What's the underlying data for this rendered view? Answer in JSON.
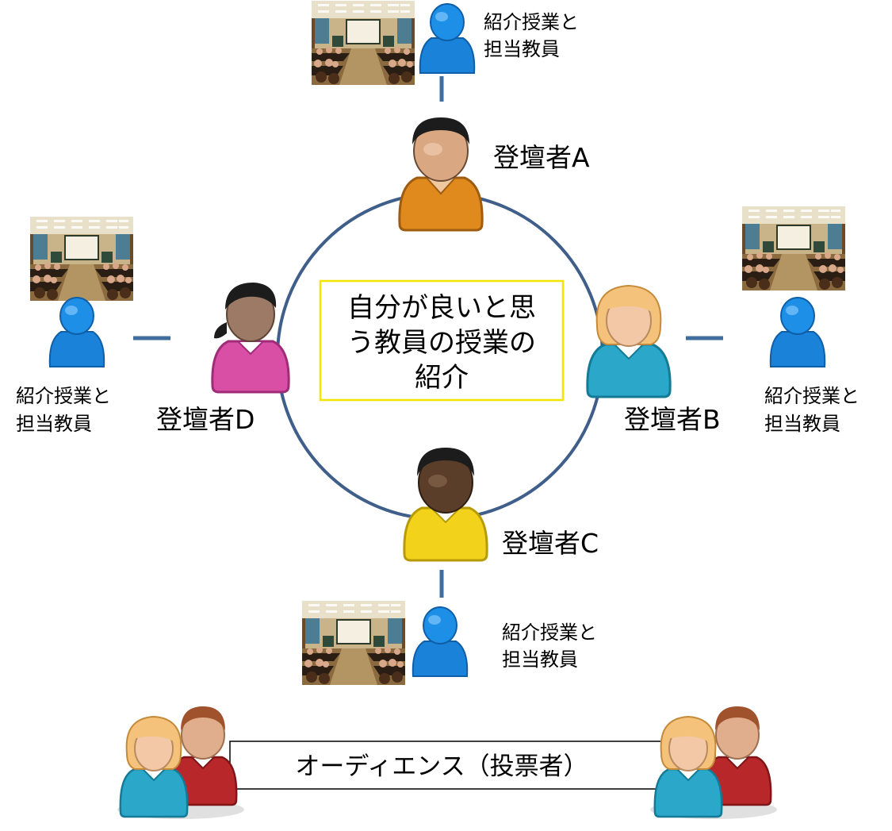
{
  "center": {
    "lines": [
      "自分が良いと思",
      "う教員の授業の",
      "紹介"
    ]
  },
  "speakers": {
    "a": "登壇者A",
    "b": "登壇者B",
    "c": "登壇者C",
    "d": "登壇者D"
  },
  "teacher_note": {
    "top": {
      "lines": [
        "紹介授業と",
        "担当教員"
      ]
    },
    "right": {
      "lines": [
        "紹介授業と",
        "担当教員"
      ]
    },
    "bottom": {
      "lines": [
        "紹介授業と",
        "担当教員"
      ]
    },
    "left": {
      "lines": [
        "紹介授業と",
        "担当教員"
      ]
    }
  },
  "audience": {
    "label": "オーディエンス（投票者）"
  },
  "colors": {
    "ring": "#3f5f8a",
    "connector": "#3f6e9e",
    "center_border": "#f2e600",
    "speaker_a": "#e08a1e",
    "speaker_b": "#2aa7c9",
    "speaker_c": "#f2d21a",
    "speaker_d": "#d94fa6",
    "teacher_icon": "#1a82d8",
    "audience_female": "#2aa7c9",
    "audience_male": "#b8282a"
  },
  "icons": {
    "speaker": "person-icon",
    "teacher": "teacher-icon",
    "classroom": "classroom-photo",
    "audience": "audience-pair-icon"
  }
}
